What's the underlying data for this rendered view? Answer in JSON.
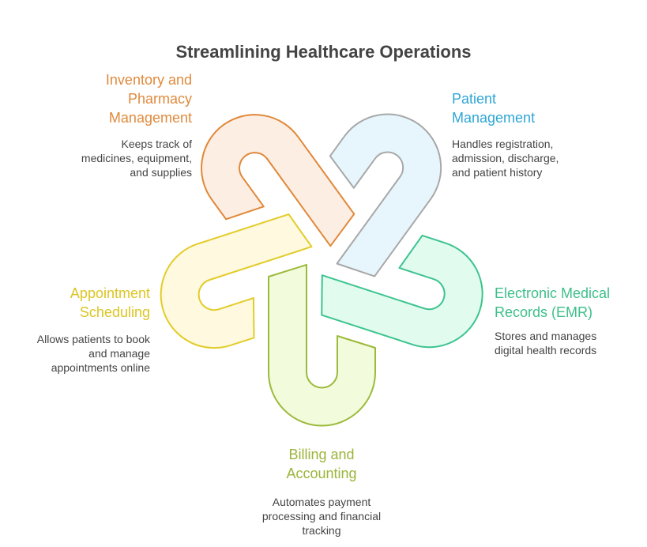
{
  "title": "Streamlining Healthcare Operations",
  "items": {
    "inventory": {
      "title": [
        "Inventory and",
        "Pharmacy",
        "Management"
      ],
      "desc": [
        "Keeps track of",
        "medicines, equipment,",
        "and supplies"
      ],
      "stroke": "#e0883a",
      "fill": "#fdeee3",
      "text": "#df8a3d"
    },
    "patient": {
      "title": [
        "Patient",
        "Management"
      ],
      "desc": [
        "Handles registration,",
        "admission, discharge,",
        "and patient history"
      ],
      "stroke": "#a8a8a8",
      "fill": "#e6f6fc",
      "text": "#2ea6d6"
    },
    "emr": {
      "title": [
        "Electronic Medical",
        "Records (EMR)"
      ],
      "desc": [
        "Stores and manages",
        "digital health records"
      ],
      "stroke": "#3cc48f",
      "fill": "#e2fbef",
      "text": "#3dbf8a"
    },
    "billing": {
      "title": [
        "Billing and",
        "Accounting"
      ],
      "desc": [
        "Automates payment",
        "processing and financial",
        "tracking"
      ],
      "stroke": "#9cba3a",
      "fill": "#f2fbdc",
      "text": "#9bb53b"
    },
    "appointment": {
      "title": [
        "Appointment",
        "Scheduling"
      ],
      "desc": [
        "Allows patients to book",
        "and manage",
        "appointments online"
      ],
      "stroke": "#e2cc2a",
      "fill": "#fef9df",
      "text": "#dcc524"
    }
  }
}
